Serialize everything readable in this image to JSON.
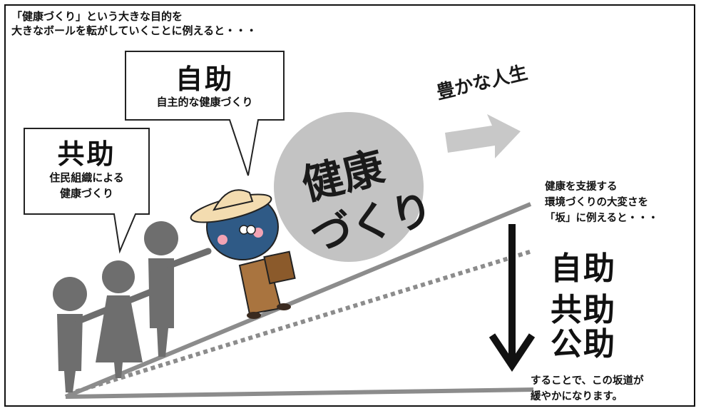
{
  "intro": {
    "line1": "「健康づくり」という大きな目的を",
    "line2": "大きなボールを転がしていくことに例えると・・・"
  },
  "bubbles": {
    "jijo": {
      "title": "自助",
      "sub": "自主的な健康づくり"
    },
    "kyojo": {
      "title": "共助",
      "sub1": "住民組織による",
      "sub2": "健康づくり"
    }
  },
  "ball": {
    "line1": "健康",
    "line2": "づくり"
  },
  "goal": "豊かな人生",
  "support": {
    "line1": "健康を支援する",
    "line2": "環境づくりの大変さを",
    "line3": "「坂」に例えると・・・"
  },
  "support_types": {
    "jijo": "自助",
    "kyojo": "共助",
    "kojo": "公助"
  },
  "result": {
    "line1": "することで、この坂道が",
    "line2": "緩やかになります。"
  },
  "colors": {
    "ball": "#c3c3c3",
    "arrow": "#c8c8c8",
    "figure": "#6e6e6e",
    "slope": "#8c8c8c",
    "mascot_face": "#2f5a86",
    "hat": "#f3dcb0",
    "coat": "#a9743f"
  }
}
